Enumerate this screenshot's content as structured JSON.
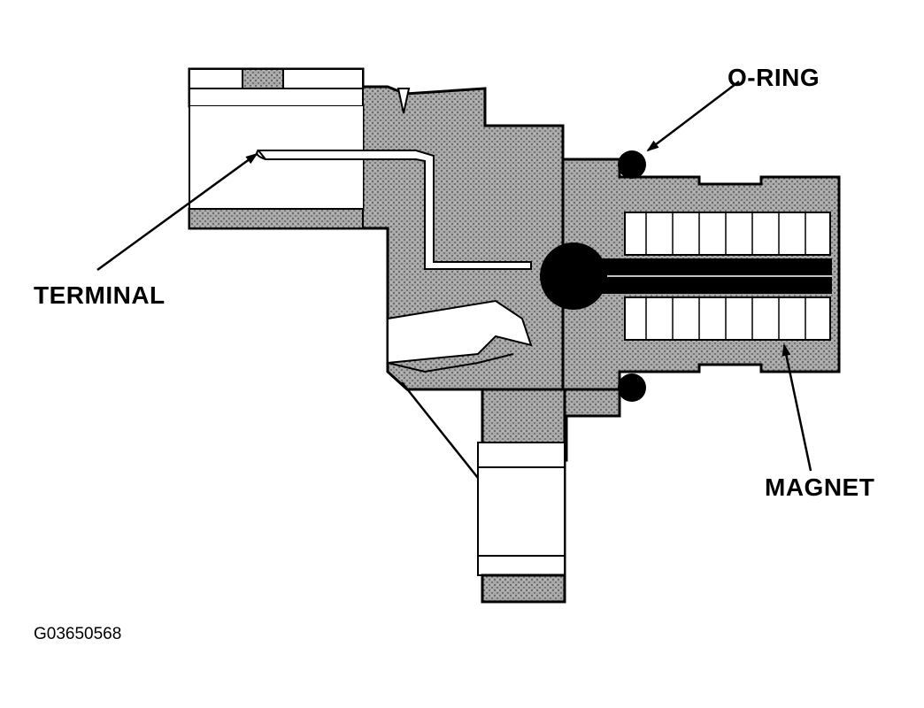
{
  "labels": {
    "oring": "O-RING",
    "terminal": "TERMINAL",
    "magnet": "MAGNET"
  },
  "figure_id": "G03650568",
  "colors": {
    "ink": "#000000",
    "body_fill": "#9a9a9a",
    "background": "#ffffff"
  }
}
